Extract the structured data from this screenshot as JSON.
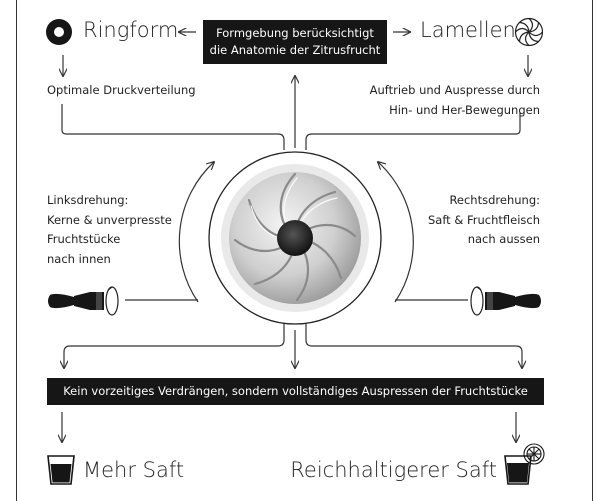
{
  "header": {
    "left_title": "Ringform",
    "right_title": "Lamellen",
    "center_line1": "Formgebung berücksichtigt",
    "center_line2": "die Anatomie der Zitrusfrucht"
  },
  "left": {
    "benefit": "Optimale Druckverteilung",
    "rotation": [
      "Linksdrehung:",
      "Kerne & unverpresste",
      "Fruchtstücke",
      "nach innen"
    ]
  },
  "right": {
    "benefit": [
      "Auftrieb und Auspresse durch",
      "Hin- und Her-Bewegungen"
    ],
    "rotation": [
      "Rechtsdrehung:",
      "Saft & Fruchtfleisch",
      "nach aussen"
    ]
  },
  "banner": "Kein vorzeitiges Verdrängen, sondern vollständiges Auspressen der Fruchtstücke",
  "footer": {
    "left_result": "Mehr Saft",
    "right_result": "Reichhaltigerer Saft"
  },
  "icons": {
    "ring": "ring-icon",
    "lamellae": "lamellae-icon",
    "juicer_left": "juicer-left-icon",
    "juicer_right": "juicer-right-icon",
    "glass": "glass-icon",
    "glass_lemon": "glass-with-lemon-icon"
  }
}
